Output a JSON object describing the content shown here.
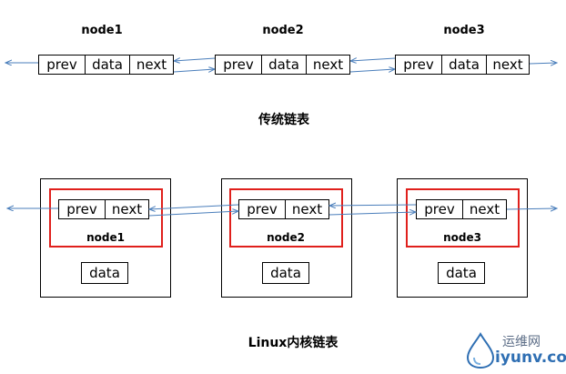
{
  "traditional": {
    "nodes": [
      {
        "title": "node1",
        "fields": [
          "prev",
          "data",
          "next"
        ]
      },
      {
        "title": "node2",
        "fields": [
          "prev",
          "data",
          "next"
        ]
      },
      {
        "title": "node3",
        "fields": [
          "prev",
          "data",
          "next"
        ]
      }
    ],
    "caption": "传统链表"
  },
  "kernel": {
    "nodes": [
      {
        "title": "node1",
        "fields": [
          "prev",
          "next"
        ],
        "data_label": "data"
      },
      {
        "title": "node2",
        "fields": [
          "prev",
          "next"
        ],
        "data_label": "data"
      },
      {
        "title": "node3",
        "fields": [
          "prev",
          "next"
        ],
        "data_label": "data"
      }
    ],
    "caption": "Linux内核链表"
  },
  "colors": {
    "arrow": "#4a7ebb",
    "red_box": "#e0201c",
    "border": "#000000"
  },
  "watermark": {
    "top_text": "运维网",
    "bottom_text": "iyunv.com"
  }
}
